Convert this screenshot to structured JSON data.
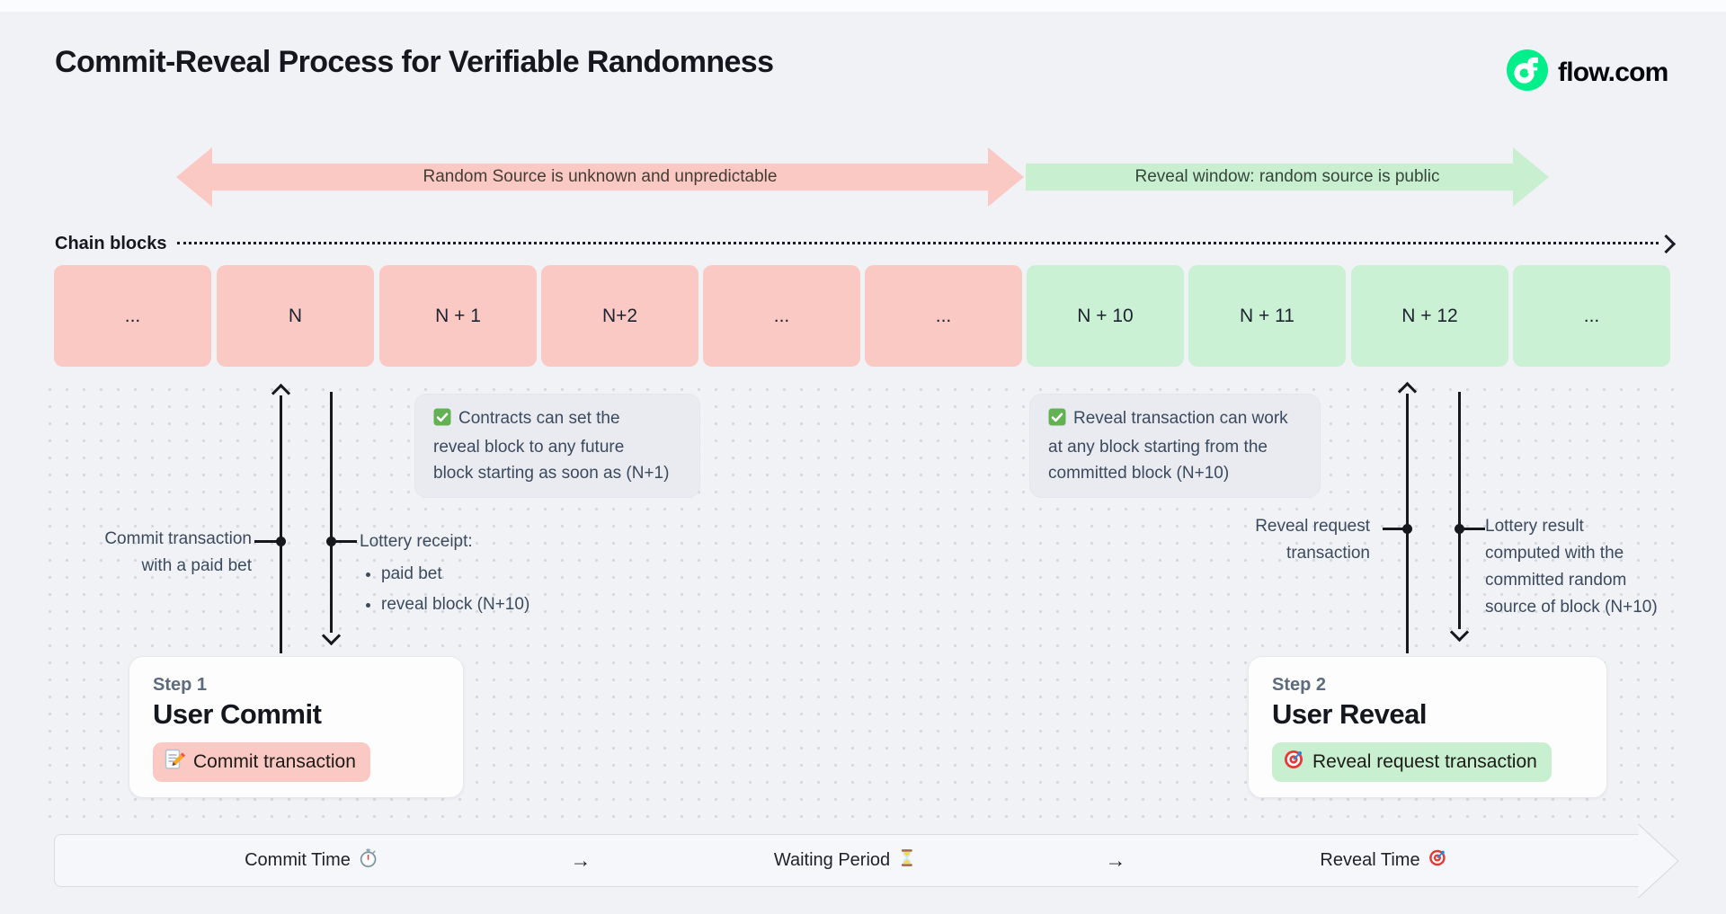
{
  "header": {
    "title": "Commit-Reveal Process for Verifiable Randomness",
    "brand": "flow.com"
  },
  "phase_arrows": {
    "commit": "Random Source is unknown and unpredictable",
    "reveal": "Reveal window: random source is public"
  },
  "chain": {
    "label": "Chain blocks",
    "blocks": [
      {
        "label": "...",
        "phase": "commit"
      },
      {
        "label": "N",
        "phase": "commit"
      },
      {
        "label": "N + 1",
        "phase": "commit"
      },
      {
        "label": "N+2",
        "phase": "commit"
      },
      {
        "label": "...",
        "phase": "commit"
      },
      {
        "label": "...",
        "phase": "commit"
      },
      {
        "label": "N + 10",
        "phase": "reveal"
      },
      {
        "label": "N + 11",
        "phase": "reveal"
      },
      {
        "label": "N + 12",
        "phase": "reveal"
      },
      {
        "label": "...",
        "phase": "reveal"
      }
    ]
  },
  "notes": {
    "commit": {
      "lines": [
        "Contracts can set the",
        "reveal block to any future",
        "block starting as soon as (N+1)"
      ]
    },
    "reveal": {
      "lines": [
        "Reveal transaction can work",
        "at any block starting from the",
        "committed block (N+10)"
      ]
    }
  },
  "annotations": {
    "commit_tx": {
      "lines": [
        "Commit transaction",
        "with a paid bet"
      ]
    },
    "lottery_receipt": {
      "title": "Lottery receipt:",
      "bullets": [
        "paid bet",
        "reveal block (N+10)"
      ]
    },
    "reveal_tx": {
      "lines": [
        "Reveal request",
        "transaction"
      ]
    },
    "lottery_result": {
      "lines": [
        "Lottery result",
        "computed with the",
        "committed random",
        "source of block (N+10)"
      ]
    }
  },
  "steps": {
    "commit": {
      "label": "Step 1",
      "title": "User Commit",
      "badge": "Commit transaction"
    },
    "reveal": {
      "label": "Step 2",
      "title": "User Reveal",
      "badge": "Reveal request transaction"
    }
  },
  "timeline": {
    "commit": "Commit Time",
    "arrow1": "→",
    "waiting": "Waiting Period",
    "arrow2": "→",
    "reveal": "Reveal Time"
  },
  "colors": {
    "flow_green": "#00ef8b",
    "commit_pink": "#fbc9c3",
    "reveal_green": "#cbf1d4",
    "page_bg": "#f0f2f6"
  }
}
